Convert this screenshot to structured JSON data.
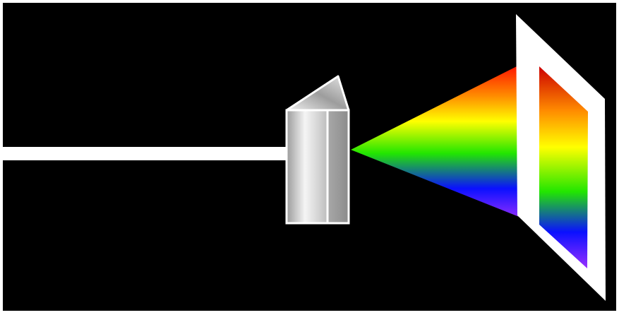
{
  "scene": {
    "background_color": "#000000",
    "frame_color": "#ffffff",
    "light_beam": {
      "color": "#ffffff"
    },
    "prism": {
      "face_light": "#f5f5f5",
      "face_mid": "#bdbdbd",
      "face_dark": "#9a9a9a",
      "edge_color": "#ffffff"
    },
    "spectrum_colors": [
      {
        "name": "red",
        "hex": "#ff0000"
      },
      {
        "name": "orange",
        "hex": "#ff8c00"
      },
      {
        "name": "yellow",
        "hex": "#ffff00"
      },
      {
        "name": "green",
        "hex": "#22e600"
      },
      {
        "name": "blue",
        "hex": "#0a10ff"
      },
      {
        "name": "violet",
        "hex": "#9a30ff"
      }
    ],
    "screen": {
      "color": "#ffffff"
    }
  }
}
